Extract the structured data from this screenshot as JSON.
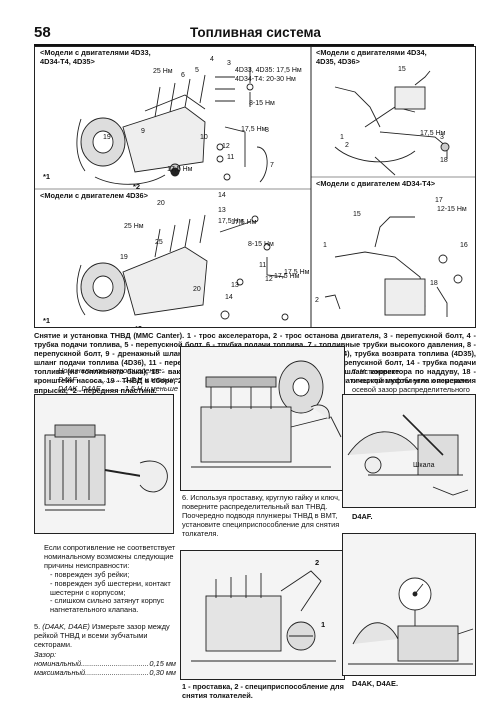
{
  "header": {
    "page_number": "58",
    "title": "Топливная система"
  },
  "figure_top": {
    "panel_a_caption": [
      "<Модели с двигателями 4D33,",
      "4D34-T4, 4D35>"
    ],
    "panel_b_caption": [
      "<Модели с двигателями 4D34,",
      "4D35, 4D36>"
    ],
    "panel_c_caption": "<Модели с двигателем 4D36>",
    "panel_d_caption": "<Модели с двигателем 4D34-T4>",
    "torque_labels": [
      "25 Нм",
      "17,5 Нм",
      "8-15 Нм",
      "12-15 Нм",
      "4D33, 4D35: 17,5 Нм",
      "4D34-T4: 20-30 Нм"
    ],
    "marks": [
      "*1",
      "*2"
    ]
  },
  "main_caption": "Снятие и установка ТНВД (MMC Canter). 1 - трос акселератора, 2 - трос останова двигателя, 3 - перепускной болт, 4 - трубка подачи топлива, 5 - перепускной болт, 6 - трубка подачи топлива, 7 - топливные трубки высокого давления, 8 - перепускной болт, 9 - дренажный шланг (4D35), 10 - дренажный шланг (4D33, 34-T4), трубка возврата топлива (4D35), шланг подачи топлива (4D36), 11 - перепускной болт, 12 - масляная трубка, 13 - перепускной болт, 14 - трубка подачи топлива (из топливного бака), 15 - вакуумный шланг, 16 - перепускной болт, 17 - шланг корректора по наддуву, 18 - кронштейн насоса, 19 - ТНВД в сборе, 20 - кольцевое уплотнение, *1 - корпус автоматической муфты угла опережения впрыска, *2 - передняя пластина.",
  "spec": {
    "title": "Номинальное сопротивление:",
    "rows": [
      {
        "model": "D4AF",
        "value": "1,2 Н и меньше"
      },
      {
        "model": "D4AK, D4AE",
        "value": "1,5 Н и меньше"
      }
    ]
  },
  "left_text": {
    "intro": "Если сопротивление не соответствует номинальному возможны следующие причины неисправности:",
    "causes": [
      "- поврежден зуб рейки;",
      "- поврежден зуб шестерни, контакт шестерни с корпусом;",
      "- слишком сильно затянут корпус нагнетательного клапана."
    ],
    "step5_prefix": "5.",
    "step5_model": "(D4AK, D4AE)",
    "step5_text": "Измерьте зазор между рейкой ТНВД и всеми зубчатыми секторами.",
    "gap_title": "Зазор:",
    "gap_rows": [
      {
        "label": "номинальный",
        "value": "0,15 мм"
      },
      {
        "label": "максимальный",
        "value": "0,30 мм"
      }
    ]
  },
  "step6_text": "6. Используя проставку, круглую гайку и ключ, поверните распределительный вал ТНВД. Поочередно подводя плунжеры ТНВД в ВМТ, установите специприспособление для снятия толкателя.",
  "step6_caption": "1 - проставка, 2 - специприспособление для снятия толкателей.",
  "step7_text": "7. Установите специприспособление и измерьте осевой зазор распределительного вала ТНВД.",
  "step7_scale_label": "Шкала",
  "step7_caption_a": "D4AF.",
  "step7_caption_b": "D4AK, D4AE.",
  "colors": {
    "ink": "#111111",
    "paper": "#ffffff",
    "line": "#222222"
  }
}
